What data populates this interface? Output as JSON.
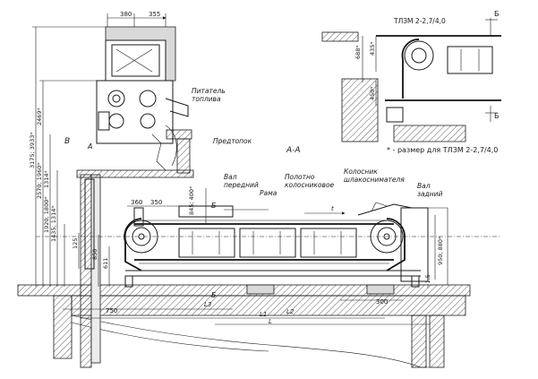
{
  "labels": {
    "model_title": "ТЛЗМ 2-2,7/4,0",
    "note": "* - размер для ТЛЗМ 2-2,7/4,0",
    "section": "А-А",
    "feeder": "Питатель\nтоплива",
    "furnace_front": "Предтопок",
    "front_shaft": "Вал\nпередний",
    "frame": "Рама",
    "grate_web": "Полотно\nколосниковое",
    "slag_grate": "Колосник\nшлакоснимателя",
    "rear_shaft": "Вал\nзадний",
    "view_b": "В",
    "mark_a": "А",
    "mark_b": "Б"
  },
  "dimensions": {
    "top_380": "380",
    "top_355": "355",
    "v_3175": "3175; 3933*",
    "v_2469": "2469*",
    "v_2570": "2570; 1960*",
    "v_1314": "1314*",
    "v_1920": "1920; 1800*",
    "v_1435": "1435; 1314*",
    "h_360": "360",
    "h_350": "350",
    "v_845": "845; 400*",
    "v_125": "125",
    "v_850": "850",
    "v_611": "611",
    "v_950": "950; 880*",
    "v_1_5": "~1,5",
    "h_750": "750",
    "h_L3": "L3",
    "h_L1": "L1",
    "h_L2": "L2",
    "h_L": "L",
    "h_300": "300",
    "d_688": "688*",
    "d_435": "435*",
    "d_450": "450*",
    "t_mark": "t"
  }
}
